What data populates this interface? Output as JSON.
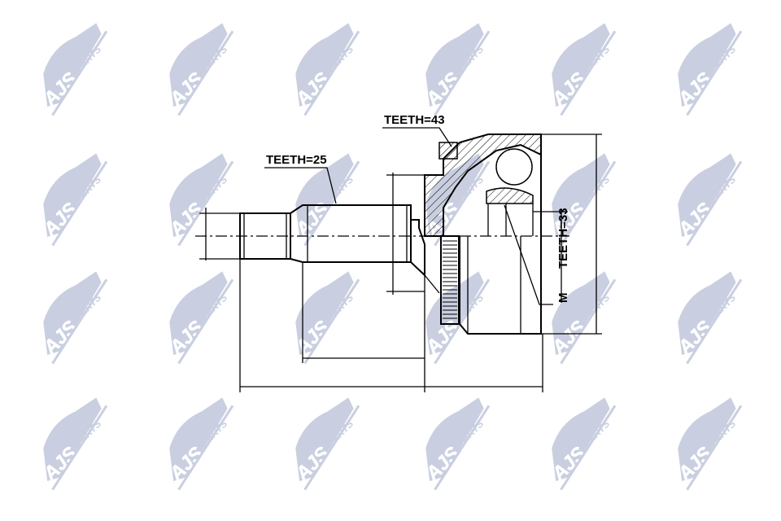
{
  "watermark": {
    "brand": "AJS",
    "suffix": "PARTS",
    "color": "#c9cfe0"
  },
  "labels": {
    "outer_teeth": "TEETH=25",
    "abs_teeth": "TEETH=43",
    "inner_teeth": "TEETH=33",
    "thread_marker": "M"
  }
}
